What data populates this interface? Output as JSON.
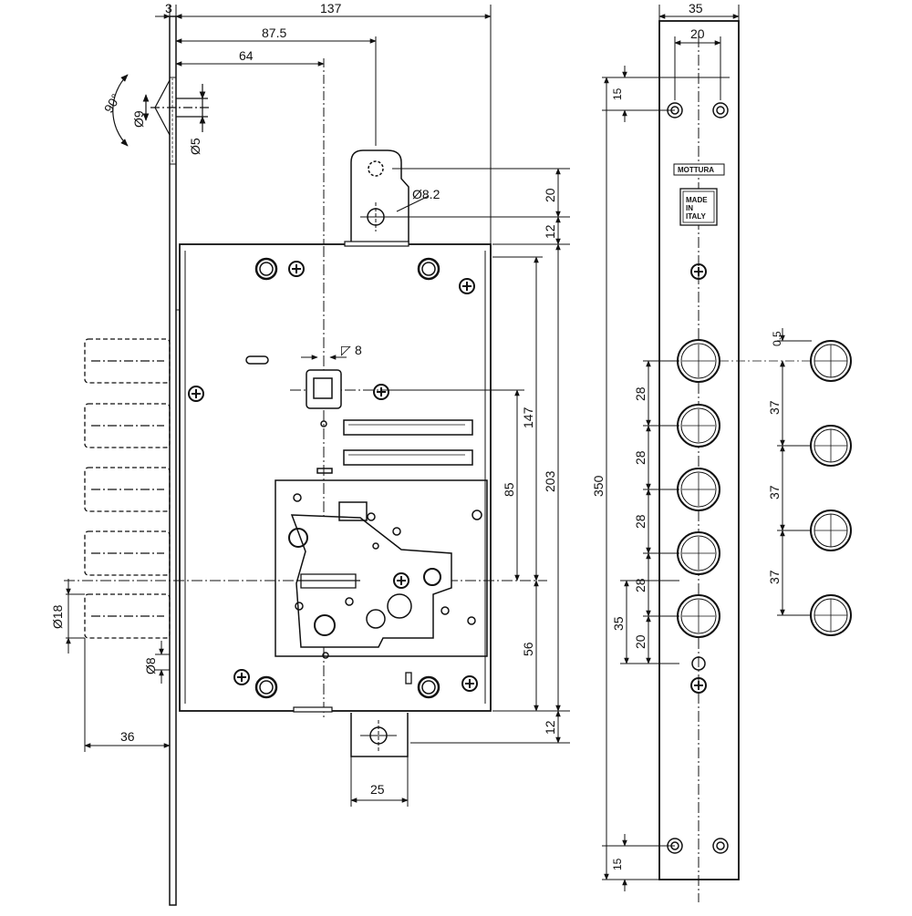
{
  "colors": {
    "ink": "#111111",
    "paper": "#ffffff"
  },
  "marking": {
    "brand": "MOTTURA",
    "origin_line1": "MADE",
    "origin_line2": "IN",
    "origin_line3": "ITALY"
  },
  "dimensions": {
    "faceplate_thickness": "3",
    "backset_total": "137",
    "backset_spindle": "87.5",
    "backset_cylinder": "64",
    "countersink_angle": "90°",
    "countersink_diameter": "Ø9",
    "screw_hole_diameter": "Ø5",
    "hole_diameter_82": "Ø8.2",
    "top_hole_offset": "20",
    "top_gap": "12",
    "spindle_square": "8",
    "body_height": "203",
    "spindle_to_bottom": "147",
    "spindle_to_cylinder": "85",
    "cylinder_to_bottom": "56",
    "bottom_gap": "12",
    "overall_height": "350",
    "bolt_diameter": "Ø18",
    "pin_diameter": "Ø8",
    "bolt_throw": "36",
    "bottom_tab_width": "25",
    "faceplate_width": "35",
    "faceplate_hole_spacing": "20",
    "faceplate_end_offset_top": "15",
    "faceplate_end_offset_bottom": "15",
    "bolt_pitch_1": "28",
    "bolt_pitch_2": "28",
    "bolt_pitch_3": "28",
    "bolt_pitch_4": "28",
    "bolt_clearance": "0.5",
    "strike_pitch_1": "37",
    "strike_pitch_2": "37",
    "strike_pitch_3": "37",
    "last_bolt_to_screw": "35",
    "last_bolt_to_hole": "20"
  }
}
